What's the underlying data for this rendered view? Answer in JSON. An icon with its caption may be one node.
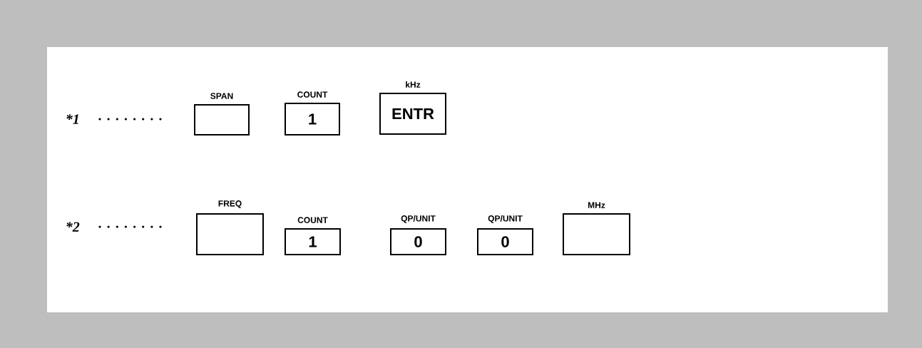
{
  "diagram": {
    "nodes": [
      {
        "text": [
          "SPAN"
        ]
      },
      {
        "text": [
          "COUNT",
          "1"
        ]
      },
      {
        "text": [
          "kHz",
          "ENTR"
        ]
      },
      {
        "text": [
          "FREQ"
        ]
      },
      {
        "text": [
          "COUNT",
          "1"
        ]
      },
      {
        "text": [
          "QP/UNIT",
          "0"
        ]
      },
      {
        "text": [
          "QP/UNIT",
          "0"
        ]
      },
      {
        "text": [
          "MHz"
        ]
      }
    ],
    "labels": [
      "*1",
      "*2"
    ]
  }
}
